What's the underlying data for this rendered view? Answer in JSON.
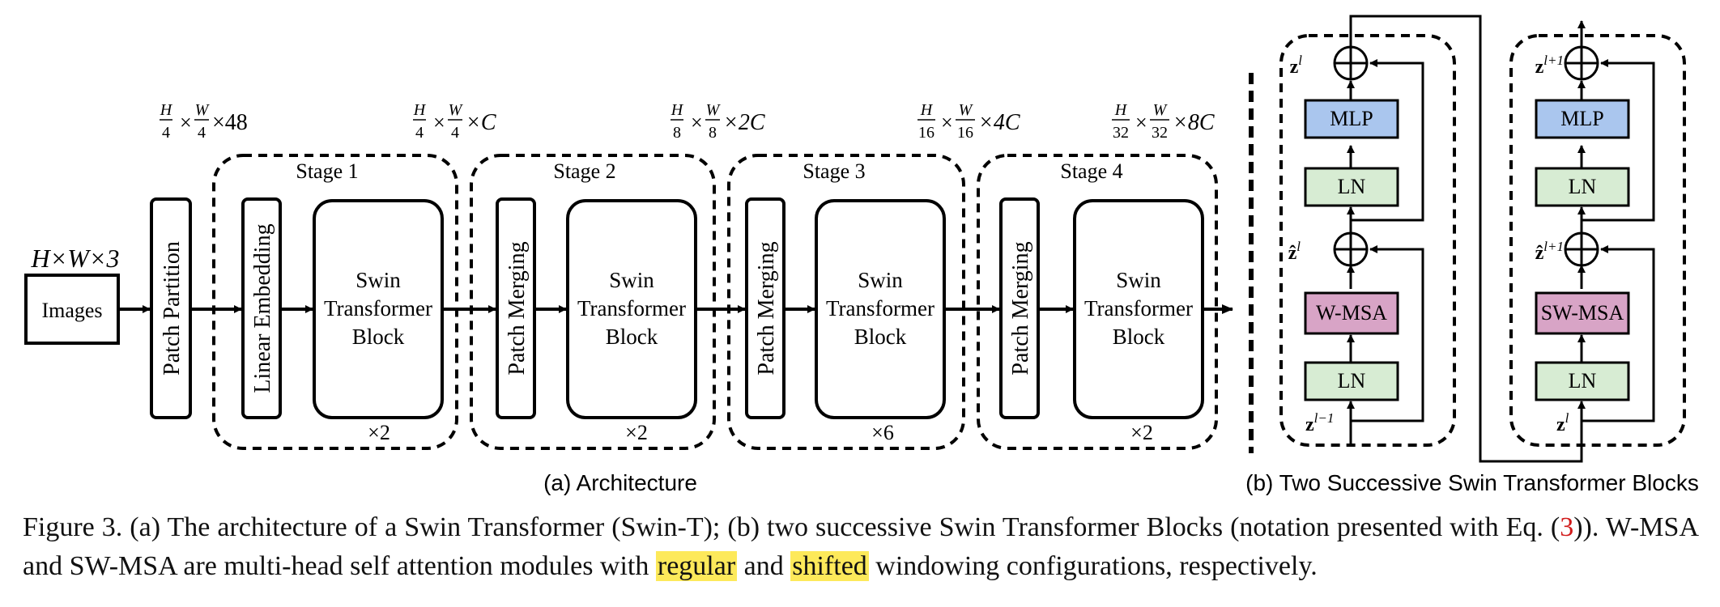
{
  "architecture": {
    "input_dims": "H×W×3",
    "images_label": "Images",
    "patch_partition_label": "Patch Partition",
    "linear_embedding_label": "Linear Embedding",
    "patch_merging_label": "Patch Merging",
    "swin_block_lines": [
      "Swin",
      "Transformer",
      "Block"
    ],
    "dims": [
      {
        "num_h": "H",
        "den_h": "4",
        "num_w": "W",
        "den_w": "4",
        "suffix": "×48"
      },
      {
        "num_h": "H",
        "den_h": "4",
        "num_w": "W",
        "den_w": "4",
        "suffix": "×C"
      },
      {
        "num_h": "H",
        "den_h": "8",
        "num_w": "W",
        "den_w": "8",
        "suffix": "×2C"
      },
      {
        "num_h": "H",
        "den_h": "16",
        "num_w": "W",
        "den_w": "16",
        "suffix": "×4C"
      },
      {
        "num_h": "H",
        "den_h": "32",
        "num_w": "W",
        "den_w": "32",
        "suffix": "×8C"
      }
    ],
    "stages": [
      {
        "label": "Stage 1",
        "repeat": "×2"
      },
      {
        "label": "Stage 2",
        "repeat": "×2"
      },
      {
        "label": "Stage 3",
        "repeat": "×6"
      },
      {
        "label": "Stage 4",
        "repeat": "×2"
      }
    ],
    "caption": "(a) Architecture"
  },
  "blocks": {
    "caption": "(b) Two Successive Swin Transformer Blocks",
    "left": {
      "mlp": "MLP",
      "ln_top": "LN",
      "attn": "W-MSA",
      "ln_bottom": "LN",
      "out_var": "z",
      "out_sup": "l",
      "mid_var": "ẑ",
      "mid_sup": "l",
      "in_var": "z",
      "in_sup": "l−1"
    },
    "right": {
      "mlp": "MLP",
      "ln_top": "LN",
      "attn": "SW-MSA",
      "ln_bottom": "LN",
      "out_var": "z",
      "out_sup": "l+1",
      "mid_var": "ẑ",
      "mid_sup": "l+1",
      "in_var": "z",
      "in_sup": "l"
    }
  },
  "colors": {
    "mlp": "#aac6ee",
    "ln": "#d7ecd3",
    "w_msa": "#d8a4c6",
    "highlight": "#fde95a",
    "ref": "#d11a1a"
  },
  "figure_caption": {
    "part1": "Figure 3. (a) The architecture of a Swin Transformer (Swin-T); (b) two successive Swin Transformer Blocks (notation presented with Eq. (",
    "ref": "3",
    "part2": ")). W-MSA and SW-MSA are multi-head self attention modules with ",
    "regular": "regular",
    "part3": " and ",
    "shifted": "shifted",
    "part4": " windowing configurations, respectively."
  }
}
